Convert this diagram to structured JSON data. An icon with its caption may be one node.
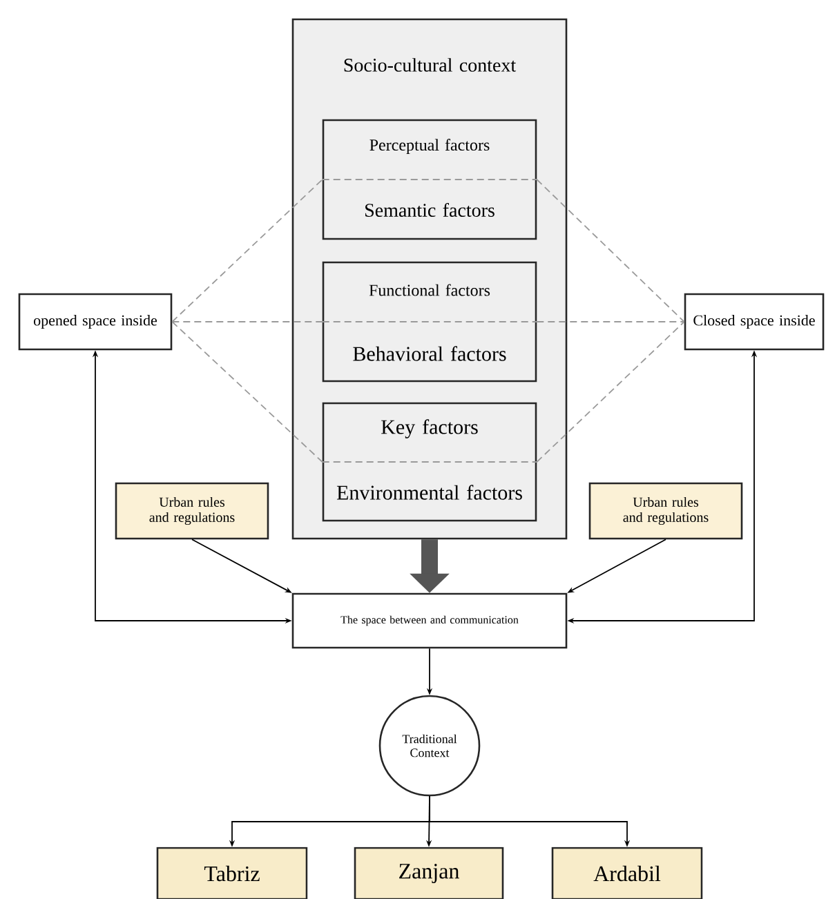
{
  "diagram": {
    "nodes": [
      {
        "text": [
          "Socio-cultural context"
        ]
      },
      {
        "text": [
          "Perceptual factors",
          "Semantic factors"
        ],
        "in": 0
      },
      {
        "text": [
          "Functional factors",
          "Behavioral factors"
        ],
        "in": 0
      },
      {
        "text": [
          "Key factors",
          "Environmental factors"
        ],
        "in": 0
      },
      {
        "text": [
          "opened space inside"
        ]
      },
      {
        "text": [
          "Closed space inside"
        ]
      },
      {
        "text": [
          "Urban rules and regulations"
        ]
      },
      {
        "text": [
          "Urban rules and regulations"
        ]
      },
      {
        "text": [
          "The space between and communication"
        ]
      },
      {
        "text": [
          "Traditional Context"
        ]
      },
      {
        "text": [
          "Tabriz"
        ]
      },
      {
        "text": [
          "Zanjan"
        ]
      },
      {
        "text": [
          "Ardabil"
        ]
      }
    ],
    "edges": [
      {
        "from": 4,
        "to": 1,
        "arrow": "none",
        "style": "dashed",
        "color": "#9a9a9a"
      },
      {
        "from": 1,
        "to": 5,
        "arrow": "none",
        "style": "dashed",
        "color": "#9a9a9a"
      },
      {
        "from": 4,
        "to": 2,
        "arrow": "none",
        "style": "dashed",
        "color": "#9a9a9a"
      },
      {
        "from": 2,
        "to": 5,
        "arrow": "none",
        "style": "dashed",
        "color": "#9a9a9a"
      },
      {
        "from": 4,
        "to": 3,
        "arrow": "none",
        "style": "dashed",
        "color": "#9a9a9a"
      },
      {
        "from": 3,
        "to": 5,
        "arrow": "none",
        "style": "dashed",
        "color": "#9a9a9a"
      },
      {
        "from": 4,
        "to": 8,
        "arrow": "both"
      },
      {
        "from": 5,
        "to": 8,
        "arrow": "both"
      },
      {
        "from": 6,
        "to": 8,
        "arrow": "to"
      },
      {
        "from": 7,
        "to": 8,
        "arrow": "to"
      },
      {
        "from": 0,
        "to": 8,
        "arrow": "to",
        "style": "thick",
        "color": "#555555"
      },
      {
        "from": 8,
        "to": 9,
        "arrow": "to"
      },
      {
        "from": 9,
        "to": 10,
        "arrow": "to"
      },
      {
        "from": 9,
        "to": 11,
        "arrow": "to"
      },
      {
        "from": 9,
        "to": 12,
        "arrow": "to"
      }
    ]
  }
}
